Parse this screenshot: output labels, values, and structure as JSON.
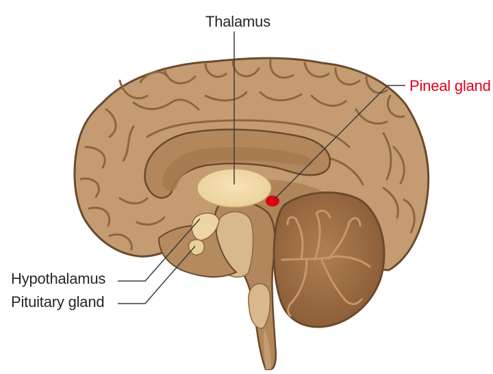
{
  "labels": {
    "thalamus": "Thalamus",
    "pineal_gland": "Pineal gland",
    "hypothalamus": "Hypothalamus",
    "pituitary_gland": "Pituitary gland"
  },
  "colors": {
    "brain_fill": "#c59c72",
    "brain_outline": "#6a4a2c",
    "brain_groove": "#8b6640",
    "inner_shadow": "#a57a4f",
    "thalamus": "#f2d8a0",
    "hypothalamus": "#eed6a4",
    "brainstem": "#d9b98c",
    "cerebellum": "#9d6d43",
    "pineal_gland": "#e00010",
    "pineal_label": "#e0001a",
    "label_text": "#262626",
    "leader_line": "#3a3a3a"
  }
}
